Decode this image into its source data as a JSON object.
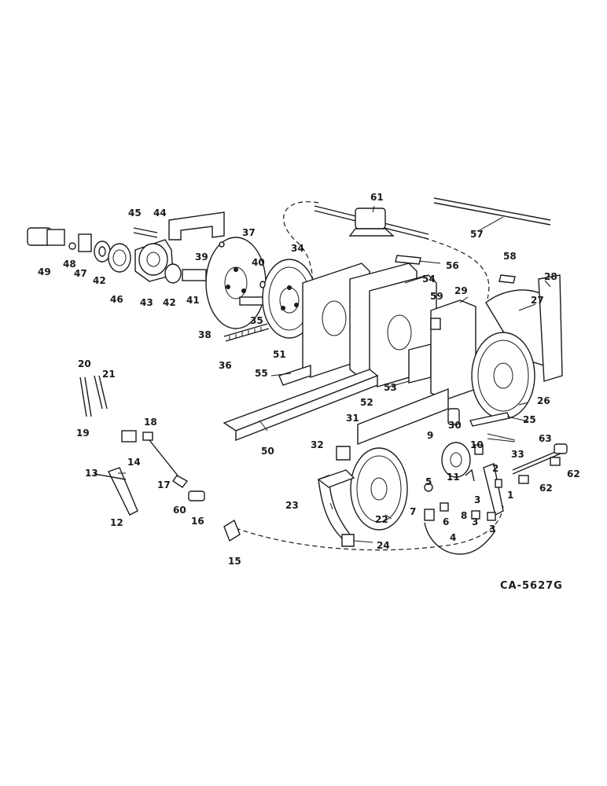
{
  "diagram": {
    "drawing_code": "CA-5627G",
    "callouts": [
      "1",
      "2",
      "3",
      "3",
      "3",
      "4",
      "5",
      "6",
      "7",
      "8",
      "9",
      "10",
      "11",
      "12",
      "13",
      "14",
      "15",
      "16",
      "17",
      "18",
      "19",
      "20",
      "21",
      "22",
      "23",
      "24",
      "25",
      "26",
      "27",
      "28",
      "29",
      "30",
      "31",
      "32",
      "33",
      "34",
      "35",
      "36",
      "37",
      "38",
      "39",
      "40",
      "41",
      "42",
      "42",
      "43",
      "44",
      "45",
      "46",
      "47",
      "48",
      "49",
      "50",
      "51",
      "52",
      "53",
      "54",
      "55",
      "56",
      "57",
      "58",
      "59",
      "60",
      "61",
      "62",
      "62",
      "63"
    ]
  }
}
